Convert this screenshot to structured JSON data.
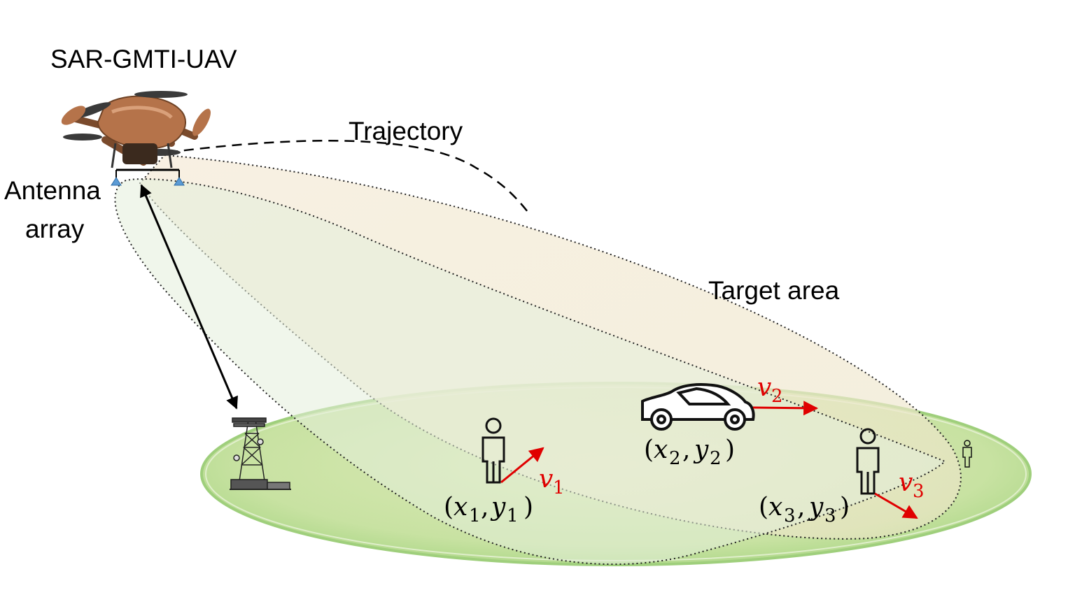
{
  "labels": {
    "uav": "SAR-GMTI-UAV",
    "trajectory": "Trajectory",
    "antenna_line1": "Antenna",
    "antenna_line2": "array",
    "target_area": "Target area"
  },
  "targets": [
    {
      "pos_x": "x",
      "pos_y": "y",
      "index": "1",
      "velocity": "v",
      "velocity_index": "1"
    },
    {
      "pos_x": "x",
      "pos_y": "y",
      "index": "2",
      "velocity": "v",
      "velocity_index": "2"
    },
    {
      "pos_x": "x",
      "pos_y": "y",
      "index": "3",
      "velocity": "v",
      "velocity_index": "3"
    }
  ],
  "colors": {
    "ground": "#b5dc8e",
    "beam_main": "#f3e8cf",
    "beam_comm": "#e6efe0",
    "velocity": "#e00000",
    "antenna": "#5b9bd5",
    "drone_body": "#b5734a"
  }
}
